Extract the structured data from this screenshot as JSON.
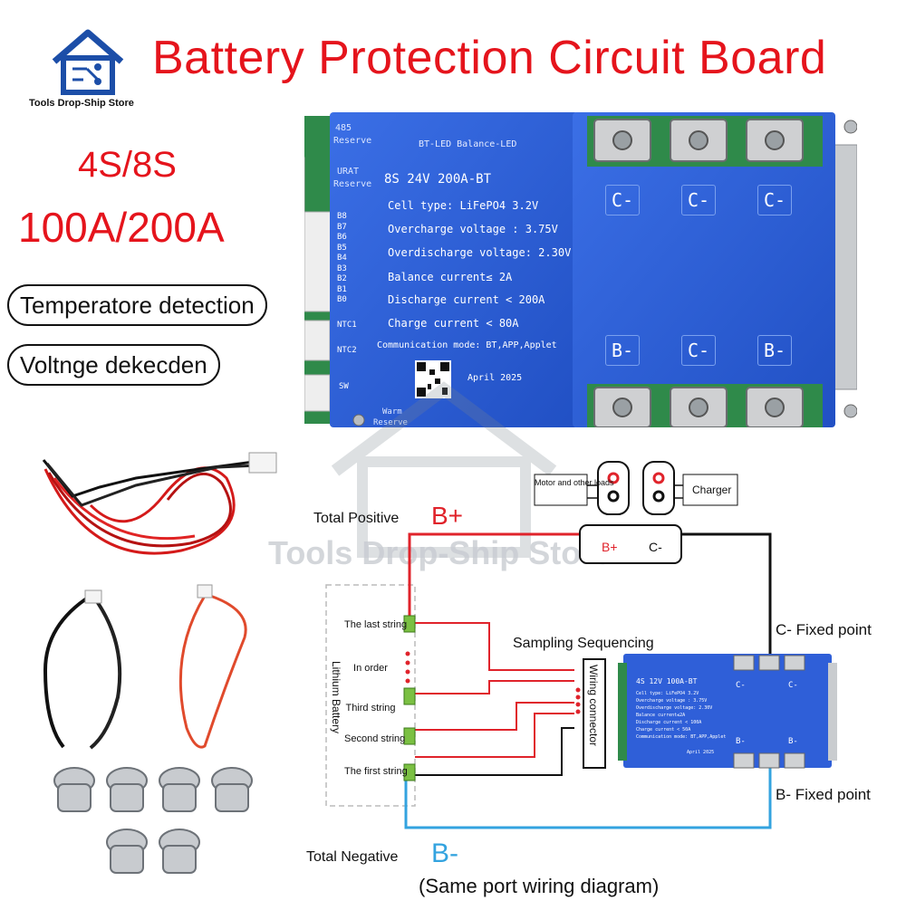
{
  "header": {
    "title": "Battery Protection Circuit Board",
    "store_name": "Tools Drop-Ship Store",
    "watermark": "Tools Drop-Ship Store"
  },
  "specs": {
    "series": "4S/8S",
    "current": "100A/200A"
  },
  "features": [
    "Temperatore detection",
    "Voltnge dekecden"
  ],
  "board": {
    "label_485": "485",
    "label_reserve": "Reserve",
    "label_led": "BT-LED Balance-LED",
    "label_urat": "URAT",
    "label_urat_reserve": "Reserve",
    "model": "8S 24V 200A-BT",
    "cell_type": "Cell type: LiFePO4 3.2V",
    "overcharge": "Overcharge voltage : 3.75V",
    "overdischarge": "Overdischarge voltage: 2.30V",
    "balance": "Balance current≤ 2A",
    "discharge": "Discharge current < 200A",
    "charge": "Charge current < 80A",
    "comm": "Communication mode: BT,APP,Applet",
    "date": "April 2025",
    "warm": "Warm",
    "warm_reserve": "Reserve",
    "pins": [
      "B8",
      "B7",
      "B6",
      "B5",
      "B4",
      "B3",
      "B2",
      "B1",
      "B0"
    ],
    "ntc1": "NTC1",
    "ntc2": "NTC2",
    "sw": "SW",
    "top_terminals": [
      "C-",
      "C-",
      "C-"
    ],
    "bottom_terminals": [
      "B-",
      "C-",
      "B-"
    ],
    "color_board": "#2f5fd8"
  },
  "diagram": {
    "load_label": "Motor and other loads",
    "charger_label": "Charger",
    "total_positive": "Total Positive",
    "b_plus": "B+",
    "c_minus": "C-",
    "c_fixed": "C- Fixed point",
    "b_fixed": "B- Fixed point",
    "sampling": "Sampling Sequencing",
    "wiring_connector": "Wiring connector",
    "lithium_battery": "Lithium Battery",
    "strings": [
      "The last string",
      "In order",
      "Third string",
      "Second string",
      "The first string"
    ],
    "total_negative": "Total Negative",
    "b_minus": "B-",
    "footer": "(Same port wiring diagram)",
    "mini_board": {
      "model": "4S 12V 100A-BT",
      "lines": [
        "Cell type: LiFePO4 3.2V",
        "Overcharge voltage : 3.75V",
        "Overdischarge voltage: 2.30V",
        "Balance current≤2A",
        "Discharge current < 100A",
        "Charge current < 50A",
        "Communication mode: BT,APP,Applet"
      ],
      "date": "April 2025",
      "terminals_top": [
        "C-",
        "C-"
      ],
      "terminals_bottom": [
        "B-",
        "B-"
      ]
    }
  }
}
